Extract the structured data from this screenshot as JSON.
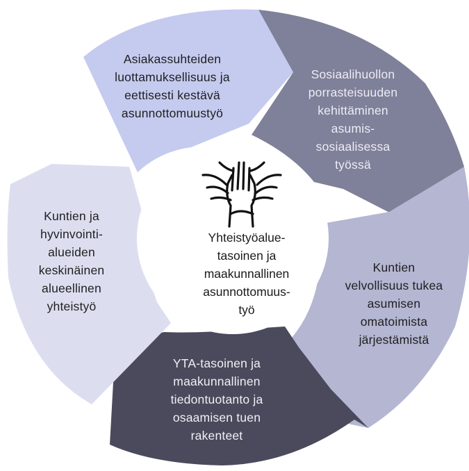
{
  "segments": [
    {
      "text": "Asiakassuhteiden\nluottamuksellisuus ja\neettisesti kestävä\nasunnottomuustyö",
      "fill": "#c5caef",
      "text_color": "#1f1f1f"
    },
    {
      "text": "Sosiaalihuollon\nporrasteisuuden\nkehittäminen\nasumis-\nsosiaalisessa\ntyössä",
      "fill": "#7f8099",
      "text_color": "#ecedf5"
    },
    {
      "text": "Kuntien\nvelvollisuus tukea\nasumisen\nomatoimista\njärjestämistä",
      "fill": "#b4b6d2",
      "text_color": "#1f1f1f"
    },
    {
      "text": "YTA-tasoinen ja\nmaakunnallinen\ntiedontuotanto ja\nosaamisen tuen\nrakenteet",
      "fill": "#4a4a5c",
      "text_color": "#f0f0f5"
    },
    {
      "text": "Kuntien ja\nhyvinvointi-\nalueiden\nkeskinäinen\nalueellinen\nyhteistyö",
      "fill": "#dcdef0",
      "text_color": "#1f1f1f"
    }
  ],
  "center": {
    "text": "Yhteistyöalue-\ntasoinen ja\nmaakunnallinen\nasunnottomuus-\ntyö",
    "icon": "joined-hands-icon"
  }
}
